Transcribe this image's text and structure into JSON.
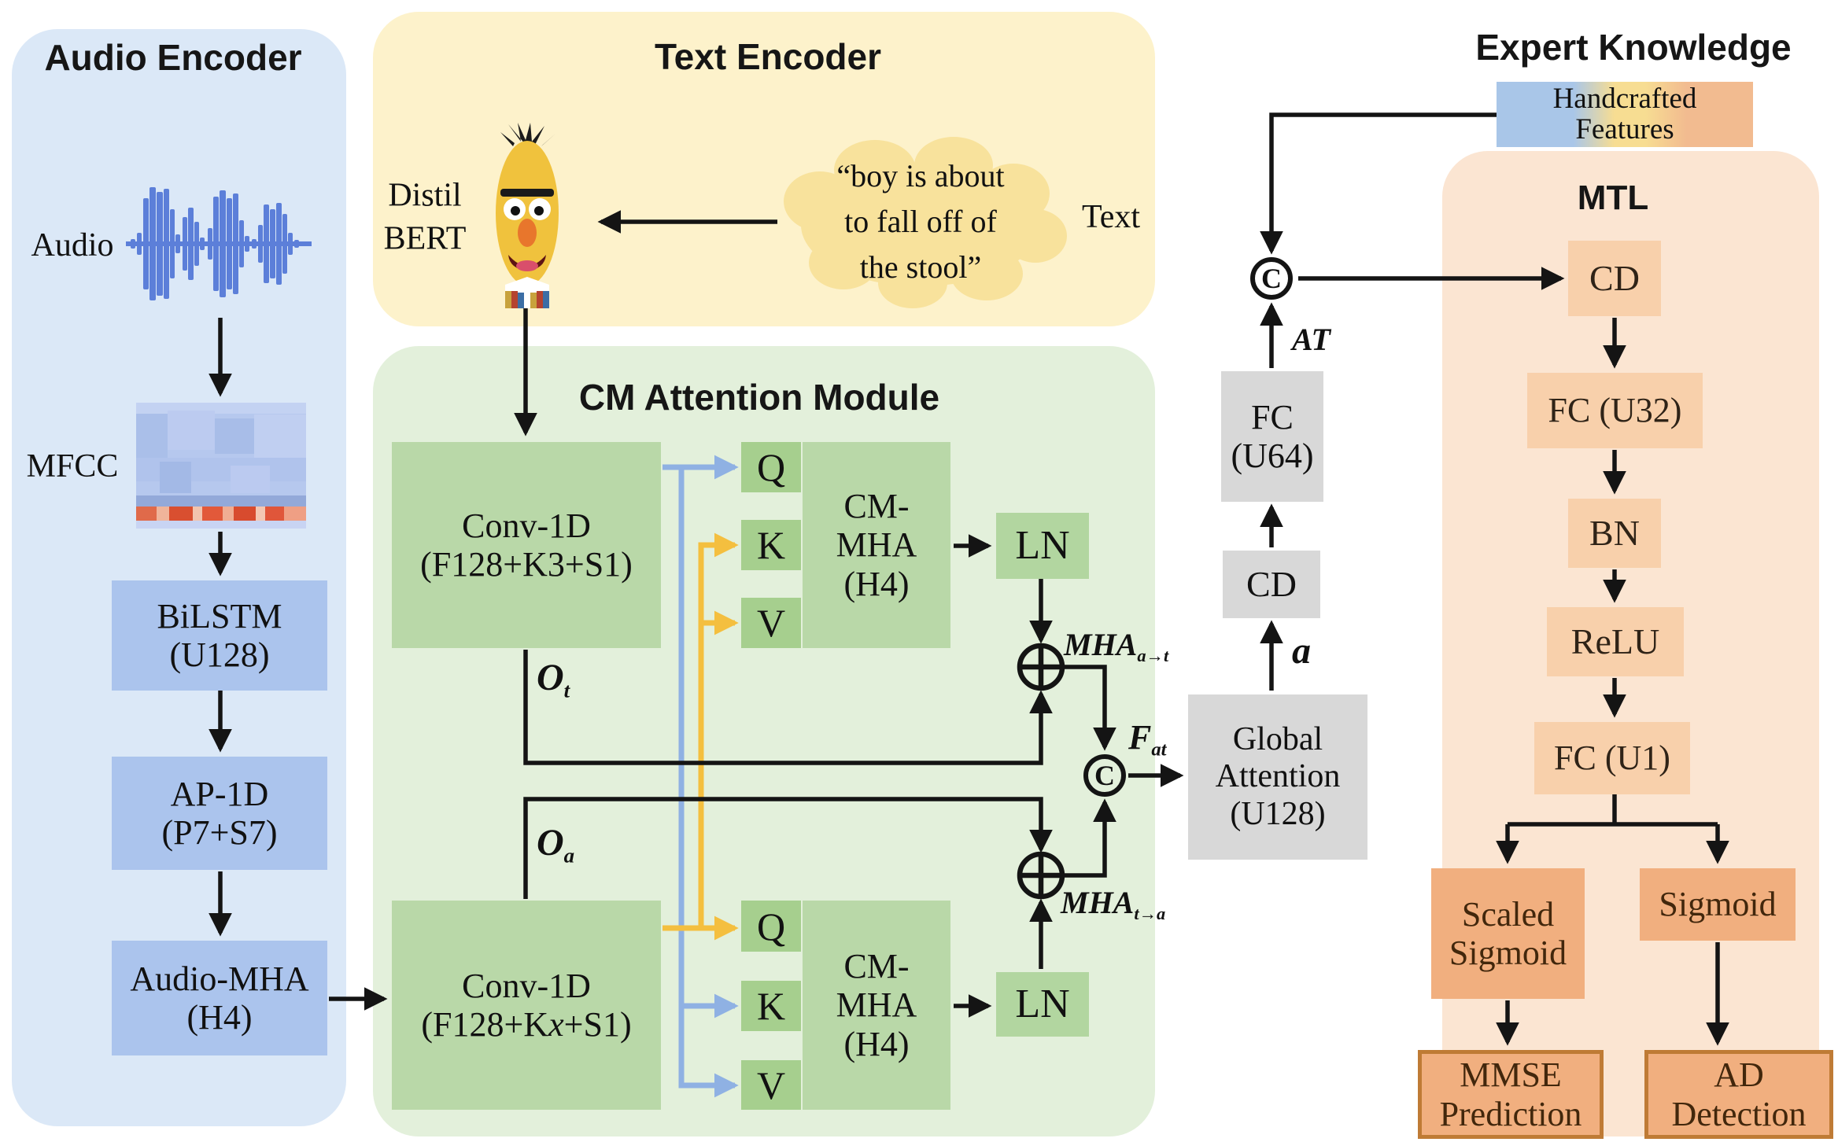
{
  "audio": {
    "title": "Audio Encoder",
    "audio_label": "Audio",
    "mfcc_label": "MFCC",
    "bilstm": {
      "l1": "BiLSTM",
      "l2": "(U128)"
    },
    "ap1d": {
      "l1": "AP-1D",
      "l2": "(P7+S7)"
    },
    "audio_mha": {
      "l1": "Audio-MHA",
      "l2": "(H4)"
    }
  },
  "text": {
    "title": "Text Encoder",
    "distilbert": {
      "l1": "Distil",
      "l2": "BERT"
    },
    "cloud": {
      "l1": "“boy is about",
      "l2": "to fall off of",
      "l3": "the stool”"
    },
    "text_label": "Text"
  },
  "cm": {
    "title": "CM Attention Module",
    "conv_text": {
      "l1": "Conv-1D",
      "l2": "(F128+K3+S1)"
    },
    "conv_audio": {
      "l1": "Conv-1D",
      "l2pre": "(F128+K",
      "l2x": "x",
      "l2post": "+S1)"
    },
    "q": "Q",
    "k": "K",
    "v": "V",
    "cmmha": {
      "l1": "CM-",
      "l2": "MHA",
      "l3": "(H4)"
    },
    "ln": "LN",
    "o_t": {
      "main": "O",
      "sub": "t"
    },
    "o_a": {
      "main": "O",
      "sub": "a"
    },
    "mha_at": {
      "main": "MHA",
      "sub": "a→t"
    },
    "mha_ta": {
      "main": "MHA",
      "sub": "t→a"
    },
    "concat_symbol": "C",
    "f_at": {
      "main": "F",
      "sub": "at"
    }
  },
  "fusion": {
    "global_attention": {
      "l1": "Global",
      "l2": "Attention",
      "l3": "(U128)"
    },
    "a_label": "a",
    "cd": "CD",
    "fc64": {
      "l1": "FC",
      "l2": "(U64)"
    },
    "at_label": "AT",
    "concat_symbol": "C"
  },
  "expert": {
    "title": "Expert Knowledge",
    "handcrafted": {
      "l1": "Handcrafted",
      "l2": "Features"
    }
  },
  "mtl": {
    "title": "MTL",
    "cd": "CD",
    "fc32": "FC (U32)",
    "bn": "BN",
    "relu": "ReLU",
    "fc1": "FC (U1)",
    "scaled_sigmoid": {
      "l1": "Scaled",
      "l2": "Sigmoid"
    },
    "sigmoid": "Sigmoid",
    "mmse": {
      "l1": "MMSE",
      "l2": "Prediction"
    },
    "ad": {
      "l1": "AD",
      "l2": "Detection"
    }
  },
  "colors": {
    "panel_audio": "#dbe8f7",
    "panel_text": "#fdf2cb",
    "panel_cm": "#e3f0db",
    "panel_mtl": "#fbe5d2",
    "box_audio": "#abc4ed",
    "box_green_light": "#b9d8a8",
    "box_green_dark": "#a6cf8e",
    "box_gray": "#d8d8d8",
    "box_peach": "#f8d0ab",
    "box_orange": "#f1af7f",
    "border_orange": "#bf7b35",
    "line_blue": "#8fb1e3",
    "line_yellow": "#f4bf3f",
    "waveform_blue": "#5c7fd9",
    "cloud_yellow": "#f8e29c"
  }
}
